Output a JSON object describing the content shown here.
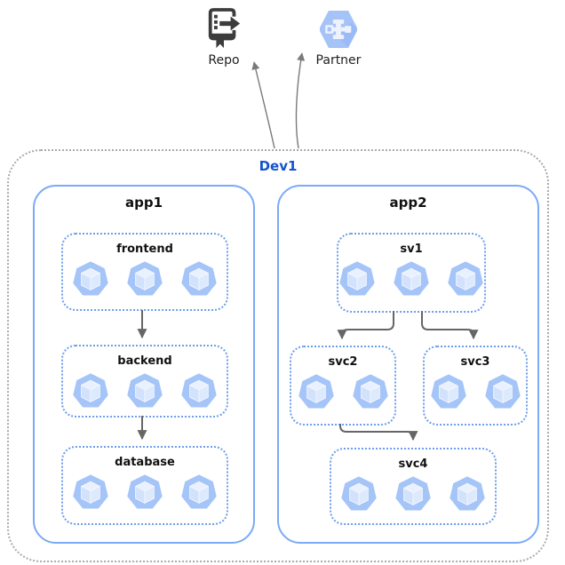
{
  "external_nodes": {
    "repo": {
      "label": "Repo"
    },
    "partner": {
      "label": "Partner"
    }
  },
  "environment": {
    "label": "Dev1",
    "apps": [
      {
        "label": "app1",
        "services": [
          {
            "label": "frontend",
            "pods": 3
          },
          {
            "label": "backend",
            "pods": 3
          },
          {
            "label": "database",
            "pods": 3
          }
        ]
      },
      {
        "label": "app2",
        "services": [
          {
            "label": "sv1",
            "pods": 3
          },
          {
            "label": "svc2",
            "pods": 2
          },
          {
            "label": "svc3",
            "pods": 2
          },
          {
            "label": "svc4",
            "pods": 3
          }
        ]
      }
    ],
    "connections": [
      {
        "from": "frontend",
        "to": "backend"
      },
      {
        "from": "backend",
        "to": "database"
      },
      {
        "from": "sv1",
        "to": "svc2"
      },
      {
        "from": "sv1",
        "to": "svc3"
      },
      {
        "from": "svc2",
        "to": "svc4"
      },
      {
        "from": "Dev1",
        "to": "Repo"
      },
      {
        "from": "Dev1",
        "to": "Partner"
      }
    ]
  },
  "colors": {
    "env_label": "#1155cc",
    "env_border": "#ababab",
    "app_border": "#7baaf7",
    "service_border": "#6d9eeb",
    "arrow": "#666666",
    "pod_heptagon": "#a5c4f8",
    "pod_cube_light": "#e8f0fe",
    "partner_hexagon": "#a6c3f8",
    "repo_icon": "#3c3c3c"
  }
}
